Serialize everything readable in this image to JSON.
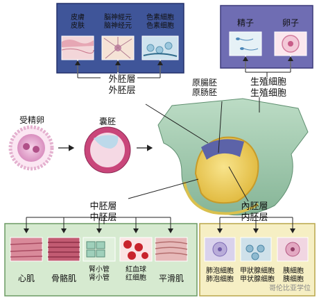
{
  "ectoderm": {
    "label": "外胚層\n外胚层",
    "cells": [
      {
        "label": "皮膚\n皮肤"
      },
      {
        "label": "脳神經元\n脑神经元"
      },
      {
        "label": "色素細胞\n色素细胞"
      }
    ]
  },
  "germ_cells": {
    "label": "生殖細胞\n生殖细胞",
    "cells": [
      {
        "label": "精子"
      },
      {
        "label": "卵子"
      }
    ]
  },
  "stages": {
    "zygote": "受精卵",
    "blastula": "囊胚",
    "gastrula": "原腸胚\n原肠胚"
  },
  "mesoderm": {
    "label": "中胚層\n中胚层",
    "cells": [
      {
        "label": "心肌"
      },
      {
        "label": "骨骼肌"
      },
      {
        "label": "腎小管\n肾小管"
      },
      {
        "label": "紅血球\n红细胞"
      },
      {
        "label": "平滑肌"
      }
    ]
  },
  "endoderm": {
    "label": "內胚層\n内胚层",
    "cells": [
      {
        "label": "肺泡細胞\n肺泡细胞"
      },
      {
        "label": "甲狀腺細胞\n甲状腺细胞"
      },
      {
        "label": "胰細胞\n胰细胞"
      }
    ]
  },
  "watermark": "哥伦比亚学位",
  "colors": {
    "ectoderm_box": "#3c4f96",
    "germ_box": "#6c6ab0",
    "mesoderm_box": "#d6ead0",
    "endoderm_box": "#f6efc4",
    "gastrula_outer": "#a6ccb1",
    "endoderm_yolk": "#efd268",
    "blastula_pink": "#c9467a"
  }
}
